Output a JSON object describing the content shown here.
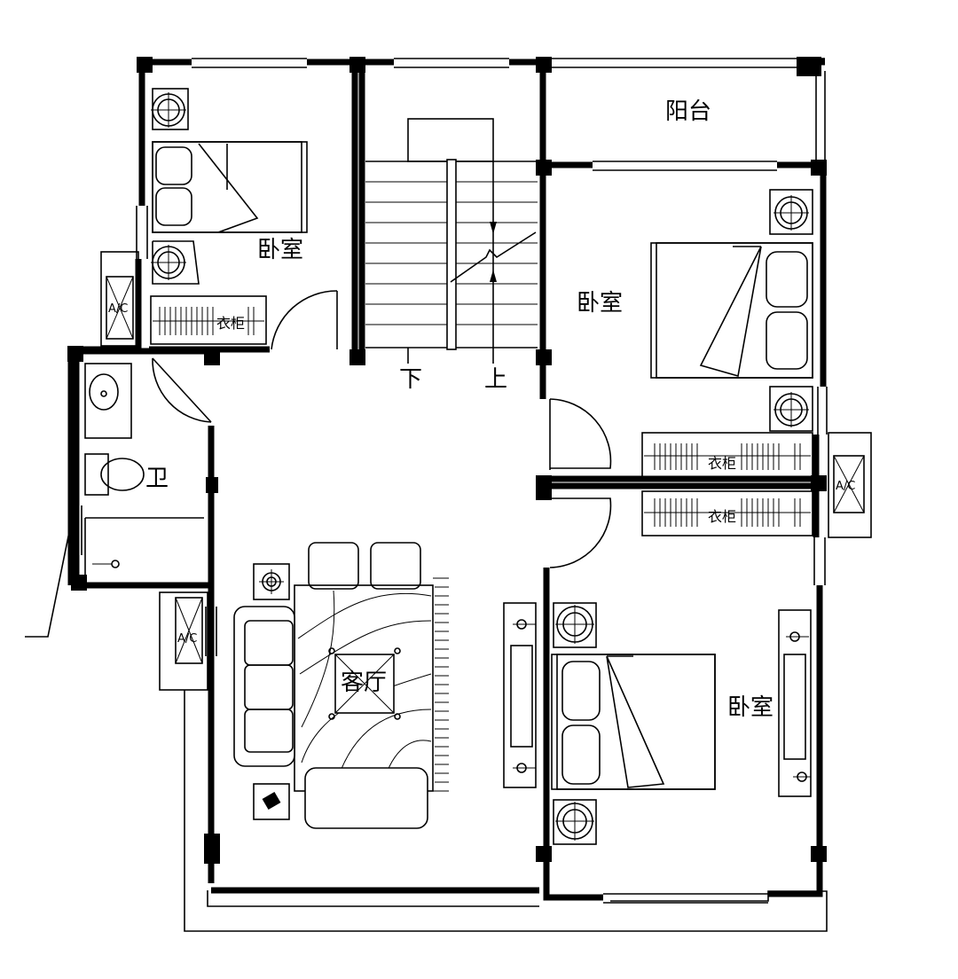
{
  "rooms": {
    "balcony": "阳台",
    "bedroom_nw": "卧室",
    "bedroom_e": "卧室",
    "bedroom_se": "卧室",
    "bathroom": "卫",
    "living_room": "客厅"
  },
  "wardrobes": {
    "nw": "衣柜",
    "east_upper": "衣柜",
    "east_lower": "衣柜"
  },
  "stairs": {
    "down": "下",
    "up": "上"
  },
  "ac_units": {
    "west_upper": "A/C",
    "west_lower": "A/C",
    "east": "A/C"
  }
}
